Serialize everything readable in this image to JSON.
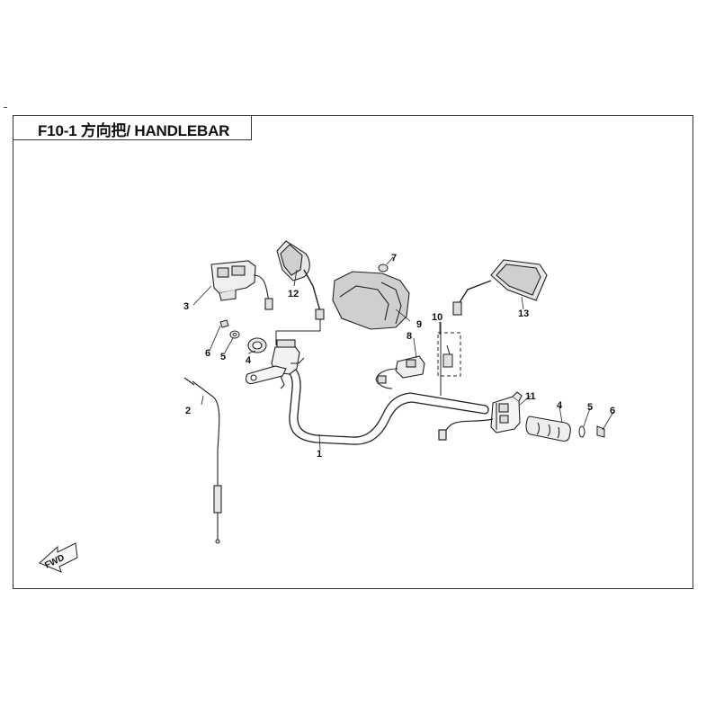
{
  "title": "F10-1 方向把/ HANDLEBAR",
  "fwd_label": "FWD",
  "callouts": {
    "c1": "1",
    "c2": "2",
    "c3": "3",
    "c4a": "4",
    "c4b": "4",
    "c5a": "5",
    "c5b": "5",
    "c6a": "6",
    "c6b": "6",
    "c7": "7",
    "c8": "8",
    "c9": "9",
    "c10": "10",
    "c11": "11",
    "c12": "12",
    "c13": "13"
  }
}
